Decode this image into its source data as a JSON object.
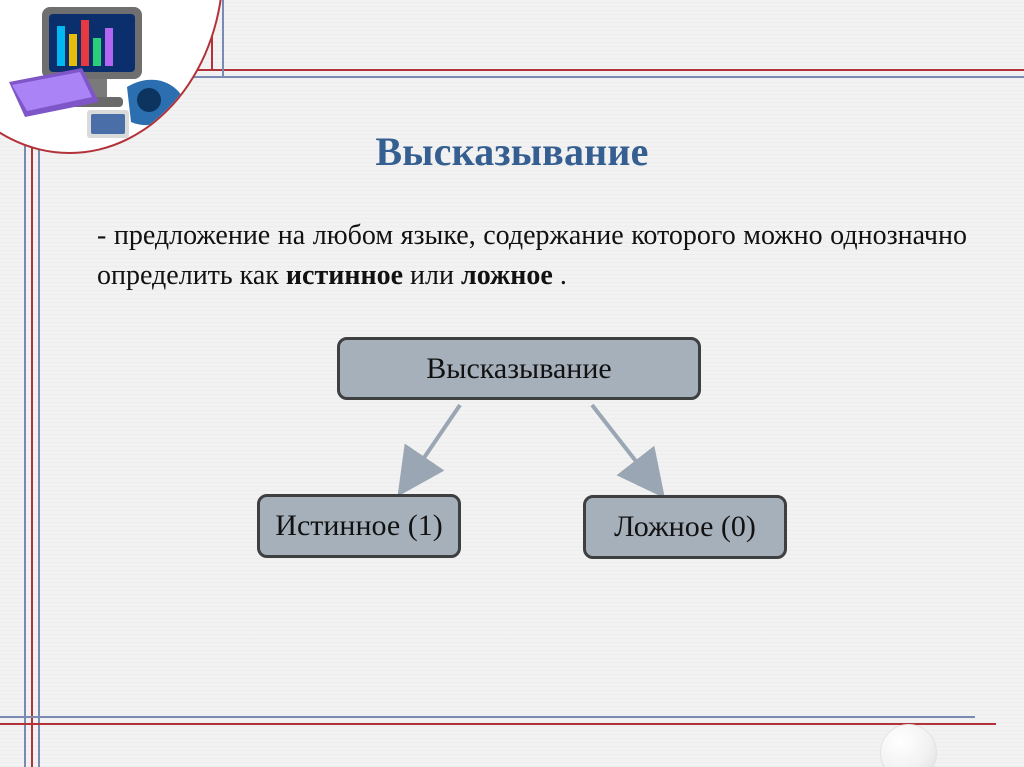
{
  "slide": {
    "title": "Высказывание",
    "definition": {
      "prefix": "- предложение на любом языке, содержание которого можно однозначно определить как ",
      "true_word": "истинное",
      "middle": " или ",
      "false_word": "ложное",
      "suffix": "."
    }
  },
  "diagram": {
    "root_label": "Высказывание",
    "left_label": "Истинное (1)",
    "right_label": "Ложное (0)"
  },
  "colors": {
    "title": "#365f91",
    "accent_red": "#b3323a",
    "accent_blue": "#7b8ab4",
    "node_fill": "#a6b0bb",
    "node_border": "#3d3f41",
    "arrow": "#9aa6b4"
  },
  "icons": {
    "corner_art": "computer-illustration-icon",
    "footer_disc": "decorative-disc-icon"
  }
}
